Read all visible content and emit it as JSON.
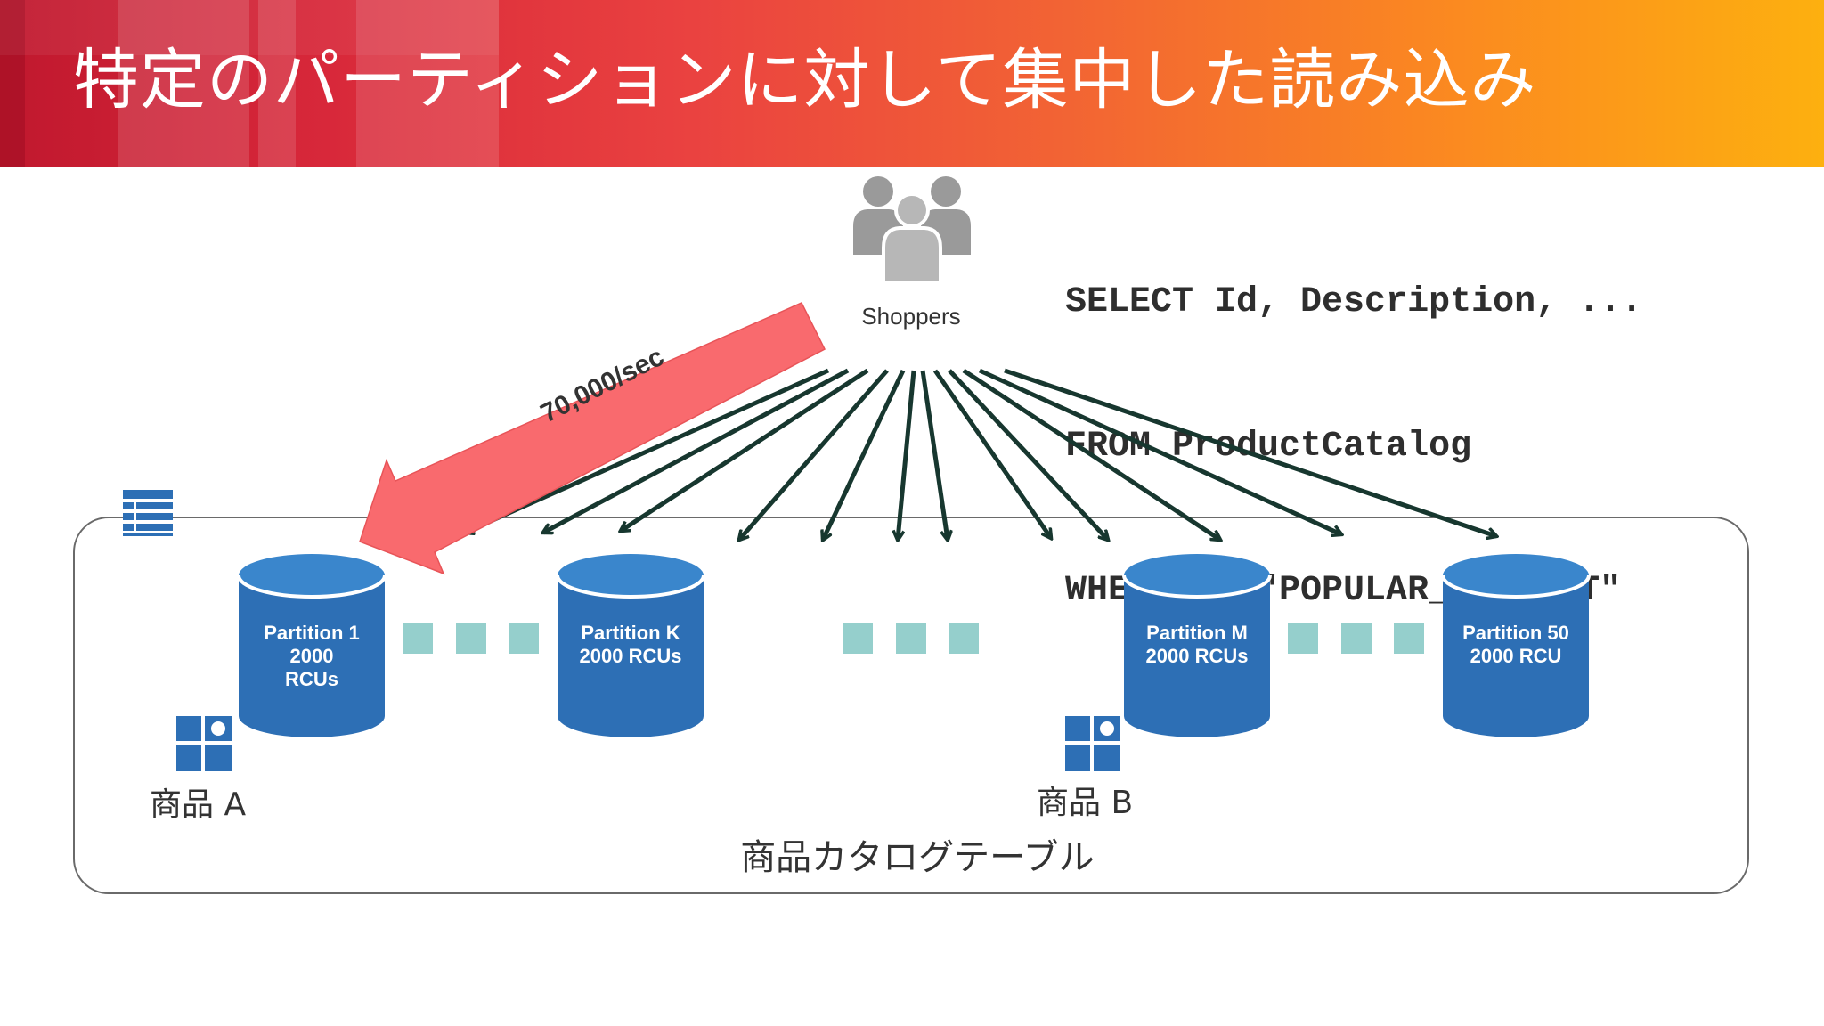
{
  "slide": {
    "title": "特定のパーティションに対して集中した読み込み"
  },
  "query": {
    "lines": [
      "SELECT Id, Description, ...",
      "FROM ProductCatalog",
      "WHERE Id=\"POPULAR_PRODUCT\""
    ]
  },
  "shoppers": {
    "label": "Shoppers",
    "icon": "users-group-icon"
  },
  "hot_traffic": {
    "label": "70,000/sec",
    "color": "#f96a6e"
  },
  "table": {
    "label": "商品カタログテーブル",
    "icon": "table-list-icon"
  },
  "partitions": [
    {
      "line1": "Partition 1",
      "line2": "2000",
      "line3": "RCUs"
    },
    {
      "line1": "Partition K",
      "line2": "2000 RCUs"
    },
    {
      "line1": "Partition M",
      "line2": "2000 RCUs"
    },
    {
      "line1": "Partition 50",
      "line2": "2000 RCU"
    }
  ],
  "products": [
    {
      "label": "商品 A",
      "icon": "item-grid-icon"
    },
    {
      "label": "商品 B",
      "icon": "item-grid-icon"
    }
  ],
  "colors": {
    "partition_blue": "#2d6fb5",
    "partition_top": "#3a86cc",
    "arrow": "#17372f",
    "dots": "#95cfcc"
  }
}
